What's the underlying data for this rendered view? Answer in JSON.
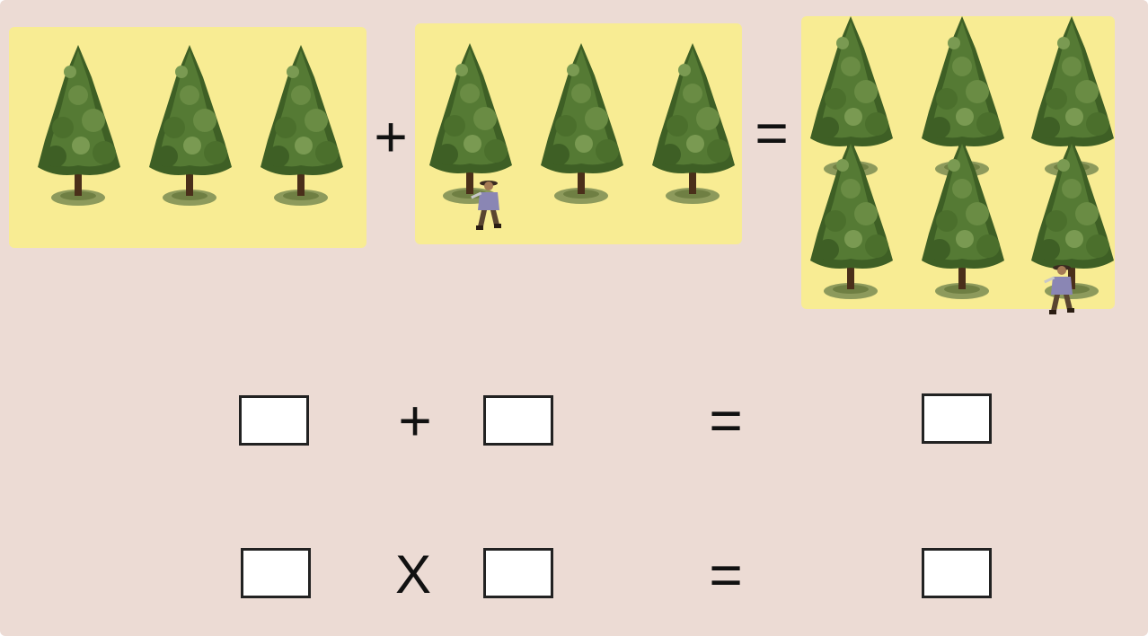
{
  "picture": {
    "group_a": {
      "tree_count": 3,
      "farmer_count": 0
    },
    "group_b": {
      "tree_count": 3,
      "farmer_count": 1
    },
    "result": {
      "tree_count": 6,
      "farmer_count": 1
    },
    "plus_symbol": "+",
    "equals_symbol": "="
  },
  "addition_row": {
    "operator": "+",
    "equals": "=",
    "first_value": "",
    "second_value": "",
    "answer_value": ""
  },
  "multiplication_row": {
    "operator": "X",
    "equals": "=",
    "first_value": "",
    "second_value": "",
    "answer_value": ""
  },
  "colors": {
    "background": "#ecdbd4",
    "panel": "#f8ec93",
    "tree_foliage": "#4a6b2e",
    "tree_trunk": "#4a2f1a",
    "grass": "#8a9a55",
    "box_border": "#222222"
  }
}
